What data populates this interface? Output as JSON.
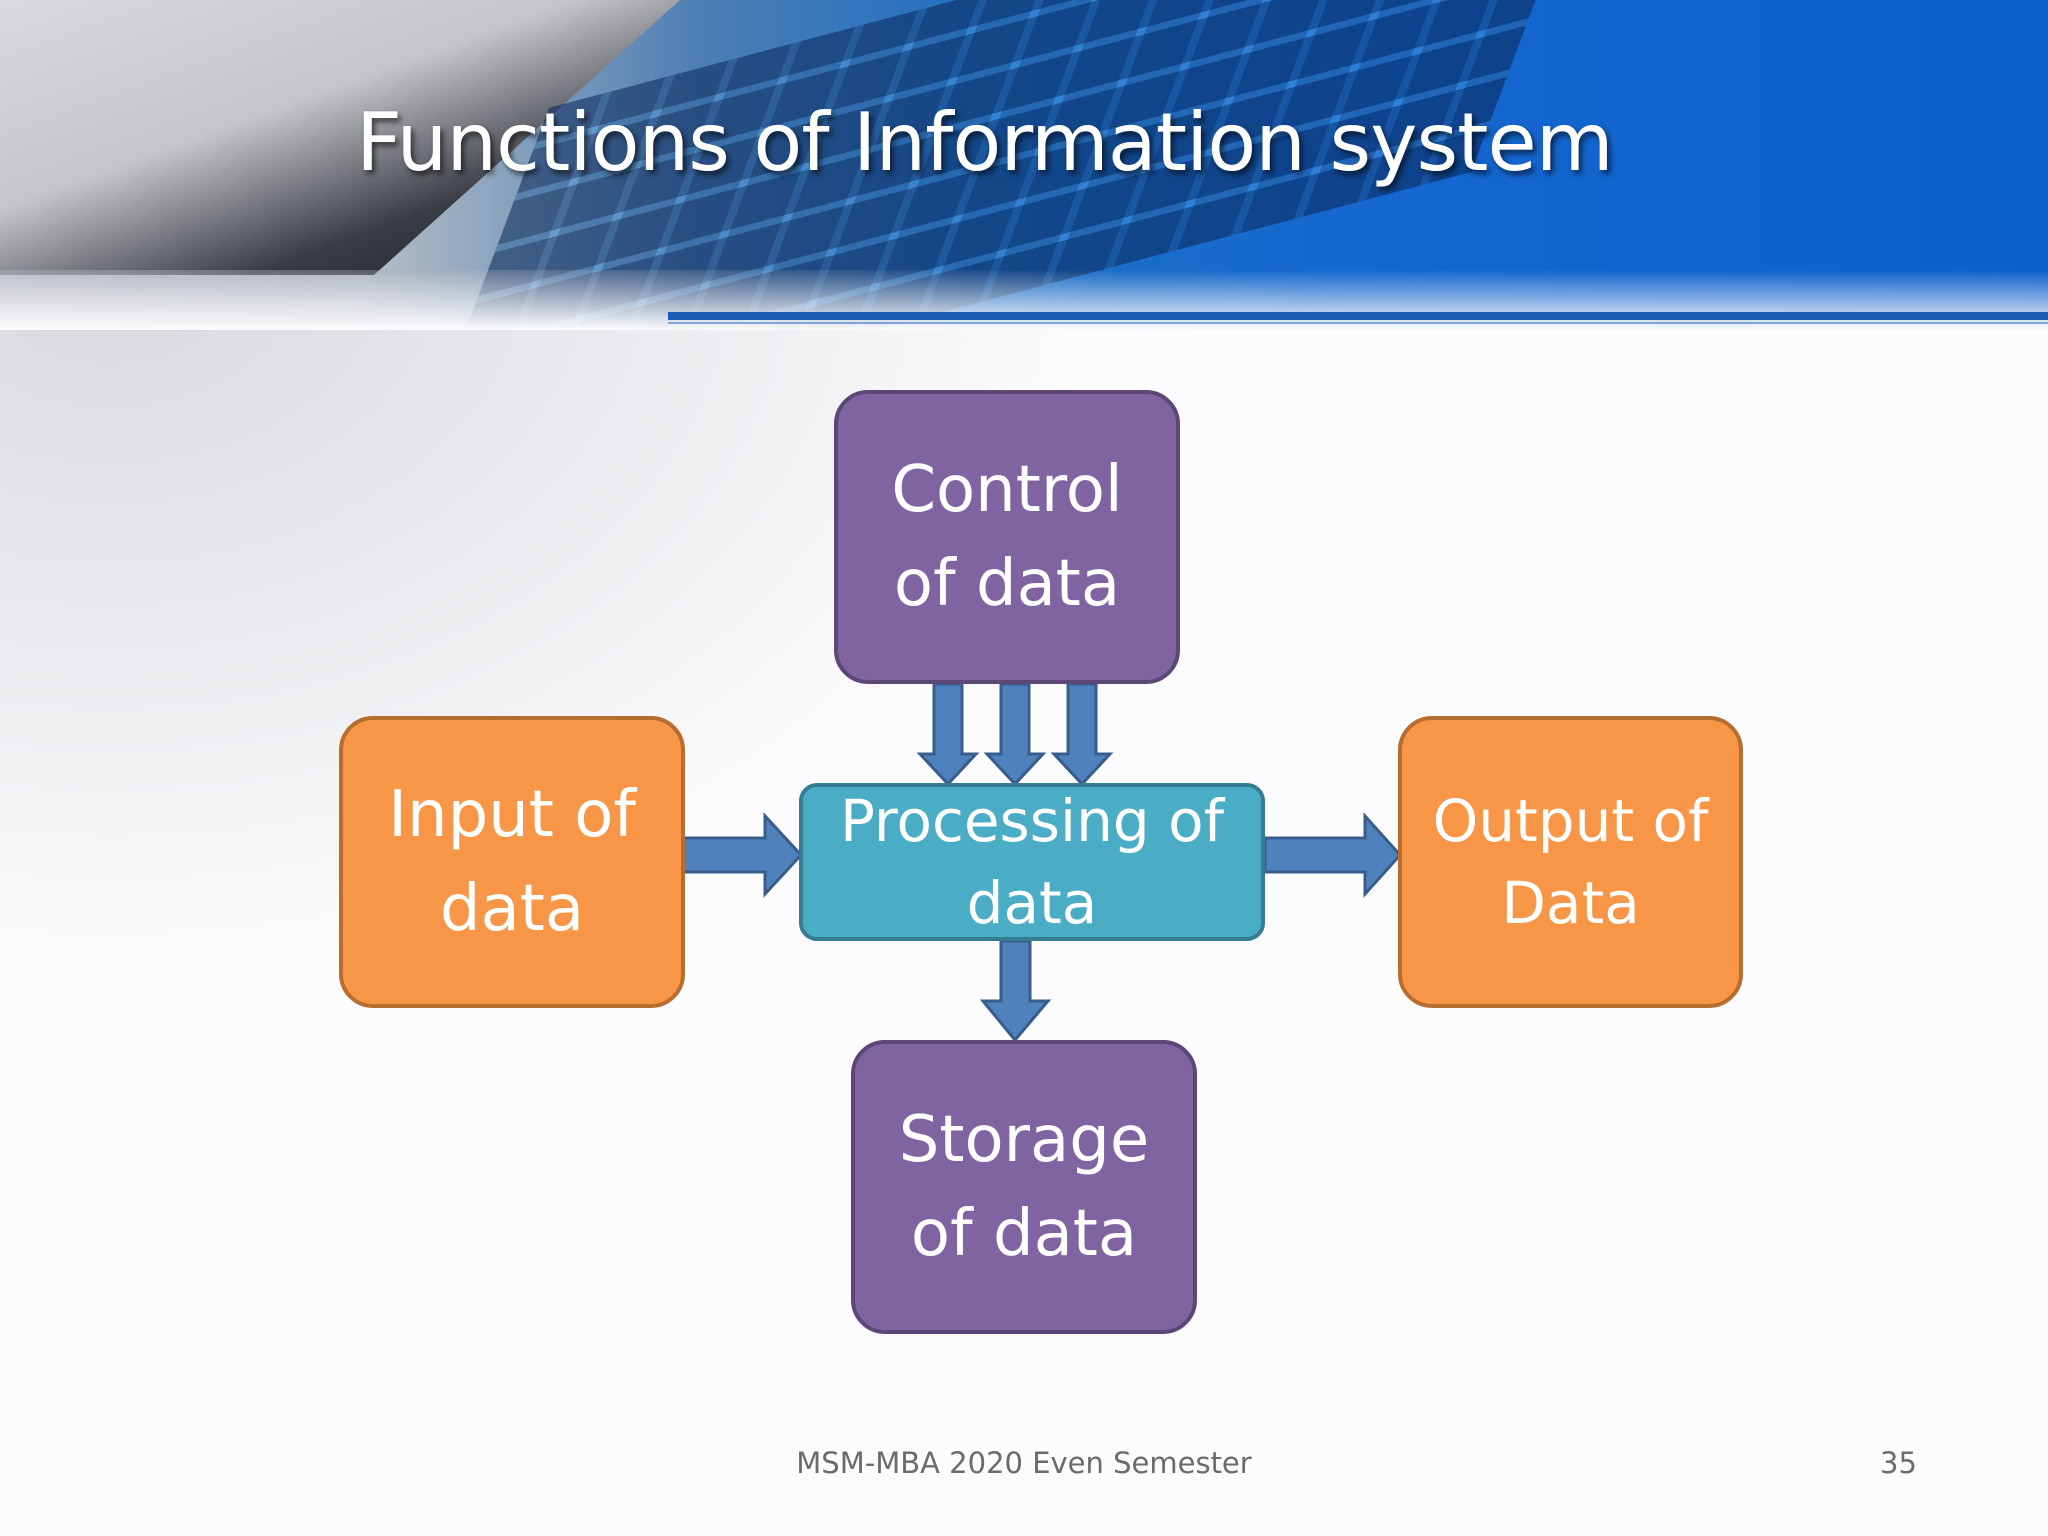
{
  "slide": {
    "title": "Functions of Information system",
    "footer": "MSM-MBA 2020 Even Semester",
    "slide_number": "35"
  },
  "diagram": {
    "control": {
      "line1": "Control",
      "line2": "of data"
    },
    "input": {
      "line1": "Input of",
      "line2": "data"
    },
    "processing": {
      "line1": "Processing of",
      "line2": "data"
    },
    "output": {
      "line1": "Output of",
      "line2": "Data"
    },
    "storage": {
      "line1": "Storage",
      "line2": "of data"
    }
  },
  "colors": {
    "purple_box": "#8064a2",
    "orange_box": "#f79646",
    "teal_box": "#4bacc6",
    "arrow": "#4f81bd",
    "title_text": "#ffffff"
  }
}
